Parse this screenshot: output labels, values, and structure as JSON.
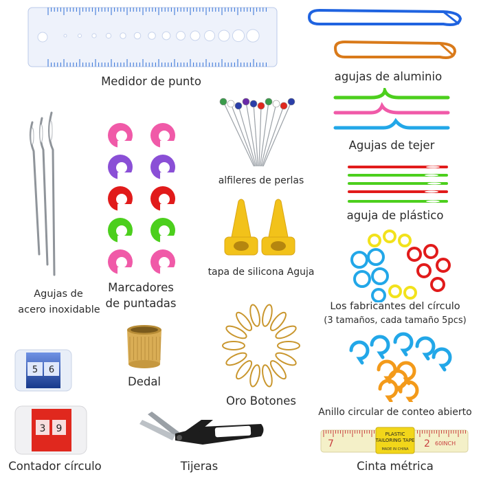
{
  "items": {
    "gauge": {
      "label": "Medidor de punto"
    },
    "aluminum": {
      "label": "agujas de aluminio"
    },
    "cable": {
      "label": "Agujas de tejer"
    },
    "plastic": {
      "label": "aguja de plástico"
    },
    "steel": {
      "line1": "Agujas de",
      "line2": "acero inoxidable"
    },
    "markers": {
      "line1": "Marcadores",
      "line2": "de puntadas"
    },
    "pins": {
      "label": "alfileres de perlas"
    },
    "caps": {
      "label": "tapa de silicona Aguja"
    },
    "rings": {
      "line1": "Los fabricantes del círculo",
      "line2": "(3 tamaños, cada tamaño 5pcs)"
    },
    "thimble": {
      "label": "Dedal"
    },
    "buttons": {
      "label": "Oro Botones"
    },
    "openring": {
      "label": "Anillo circular de conteo abierto"
    },
    "counter": {
      "label": "Contador círculo",
      "digits_top": "5 6",
      "digits_bottom": "3 9"
    },
    "scissors": {
      "label": "Tijeras"
    },
    "tape": {
      "label": "Cinta métrica",
      "brand_line1": "PLASTIC",
      "brand_line2": "TAILORING TAPE",
      "made_in": "MADE IN CHINA",
      "num_left": "7",
      "num_right": "2",
      "inch": "60INCH"
    }
  },
  "colors": {
    "gauge_ruler": "#2f6fd6",
    "aluminum_blue": "#1f63e0",
    "aluminum_orange": "#d97a1a",
    "green": "#4ccf1d",
    "pink": "#f05aa8",
    "blue": "#22a7e8",
    "red": "#e11b1b",
    "purple": "#8a4fd6",
    "yellow": "#f2e21c",
    "orange": "#f39a1a",
    "gold": "#c9962d",
    "counter_blue": "#2257d6",
    "counter_red": "#e0281e"
  }
}
